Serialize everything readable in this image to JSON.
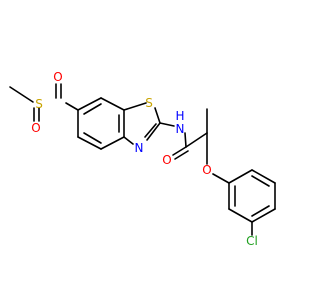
{
  "molecule": {
    "atoms": {
      "methyl_S": "S",
      "sulfonyl_O_top": "O",
      "sulfonyl_O_bottom": "O",
      "thiazole_S": "S",
      "thiazole_N": "N",
      "amide_N": "N",
      "amide_H": "H",
      "carbonyl_O": "O",
      "ether_O": "O",
      "chloro": "Cl"
    },
    "colors": {
      "carbon_bond": "#000000",
      "sulfur": "#C8A400",
      "oxygen": "#FF0000",
      "nitrogen": "#0000FF",
      "chlorine": "#1FA01F"
    }
  }
}
